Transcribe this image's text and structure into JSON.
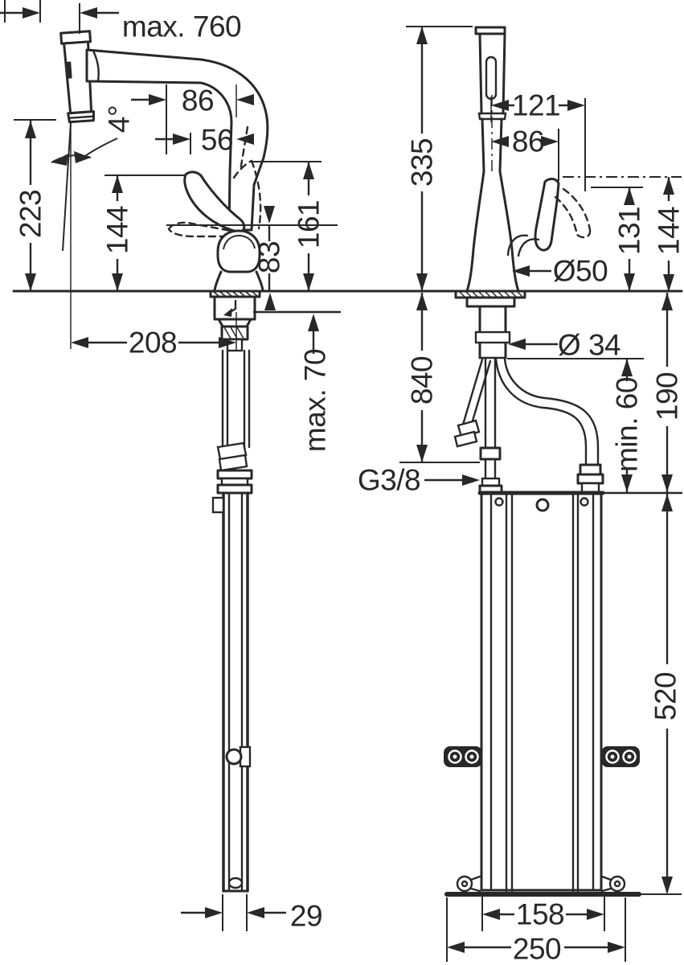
{
  "diagram": {
    "kind": "technical-dimension-drawing",
    "subject": "kitchen mixer tap with pull-out spout and under-counter mounting box, side view and front view",
    "units": "mm",
    "ink_color": "#282828",
    "background_color": "#ffffff"
  },
  "labels": {
    "max_pullout": "max. 760",
    "tilt_angle": "4°",
    "spout_outlet_height": "223",
    "reach_86_side": "86",
    "reach_56": "56",
    "handle_height_side": "144",
    "lever_top_height": "161",
    "body_height": "83",
    "spout_reach": "208",
    "counter_thickness_max": "max. 70",
    "total_height": "335",
    "handle_reach_121": "121",
    "handle_reach_86": "86",
    "handle_height_131": "131",
    "handle_height_front": "144",
    "base_diameter": "Ø50",
    "shank_diameter": "Ø 34",
    "hose_length": "840",
    "min_clearance": "min. 60",
    "clearance_190": "190",
    "thread_size": "G3/8",
    "box_height": "520",
    "rail_width": "29",
    "box_width": "158",
    "plate_width": "250"
  }
}
